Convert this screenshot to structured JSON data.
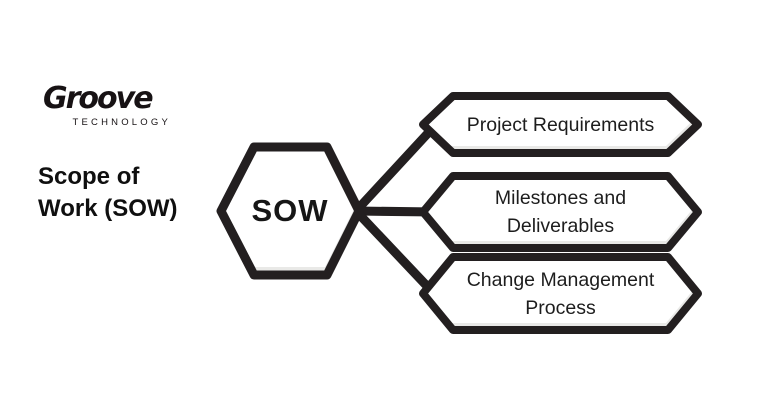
{
  "colors": {
    "ink": "#231f20",
    "shade": "#e9e9e7",
    "fill": "#ffffff",
    "text": "#1d1d1d",
    "background": "#ffffff"
  },
  "logo": {
    "brand": "Groove",
    "subtitle": "TECHNOLOGY"
  },
  "title": {
    "lines": [
      "Scope of",
      "Work (SOW)"
    ]
  },
  "center_node": {
    "label": "SOW",
    "shape": "hexagon"
  },
  "nodes": [
    {
      "label": "Project Requirements"
    },
    {
      "label": "Milestones and Deliverables"
    },
    {
      "label": "Change Management Process"
    }
  ]
}
